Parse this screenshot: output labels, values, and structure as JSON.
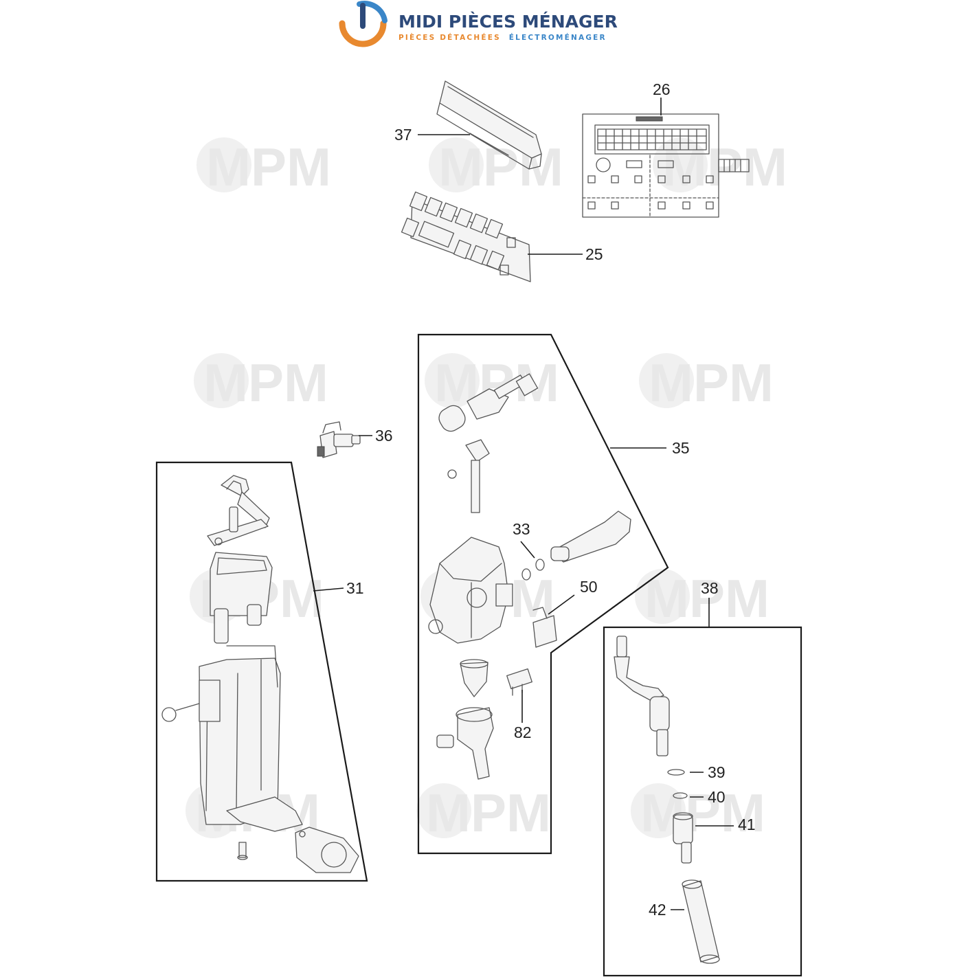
{
  "brand": {
    "name": "MIDI PIÈCES MÉNAGER",
    "tagline_part1": "PIÈCES DÉTACHÉES",
    "tagline_part2": "ÉLECTROMÉNAGER",
    "colors": {
      "navy": "#2d4a7a",
      "orange": "#e8892f",
      "blue": "#3a86c8"
    }
  },
  "watermark": {
    "text": "MPM"
  },
  "callouts": {
    "c25": "25",
    "c26": "26",
    "c31": "31",
    "c33": "33",
    "c35": "35",
    "c36": "36",
    "c37": "37",
    "c38": "38",
    "c39": "39",
    "c40": "40",
    "c41": "41",
    "c42": "42",
    "c50": "50",
    "c82": "82"
  }
}
